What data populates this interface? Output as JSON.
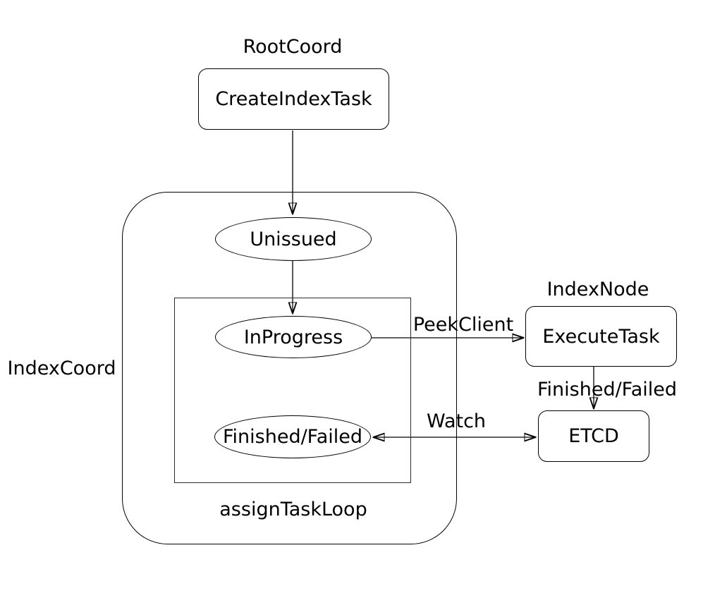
{
  "diagram": {
    "labels": {
      "root_coord": "RootCoord",
      "index_coord": "IndexCoord",
      "index_node": "IndexNode",
      "assign_task_loop": "assignTaskLoop"
    },
    "nodes": {
      "create_index_task": "CreateIndexTask",
      "unissued": "Unissued",
      "in_progress": "InProgress",
      "finished_failed": "Finished/Failed",
      "execute_task": "ExecuteTask",
      "etcd": "ETCD"
    },
    "edge_labels": {
      "peek_client": "PeekClient",
      "finished_failed": "Finished/Failed",
      "watch": "Watch"
    },
    "colors": {
      "stroke": "#000000",
      "background": "#ffffff",
      "text": "#000000"
    }
  }
}
